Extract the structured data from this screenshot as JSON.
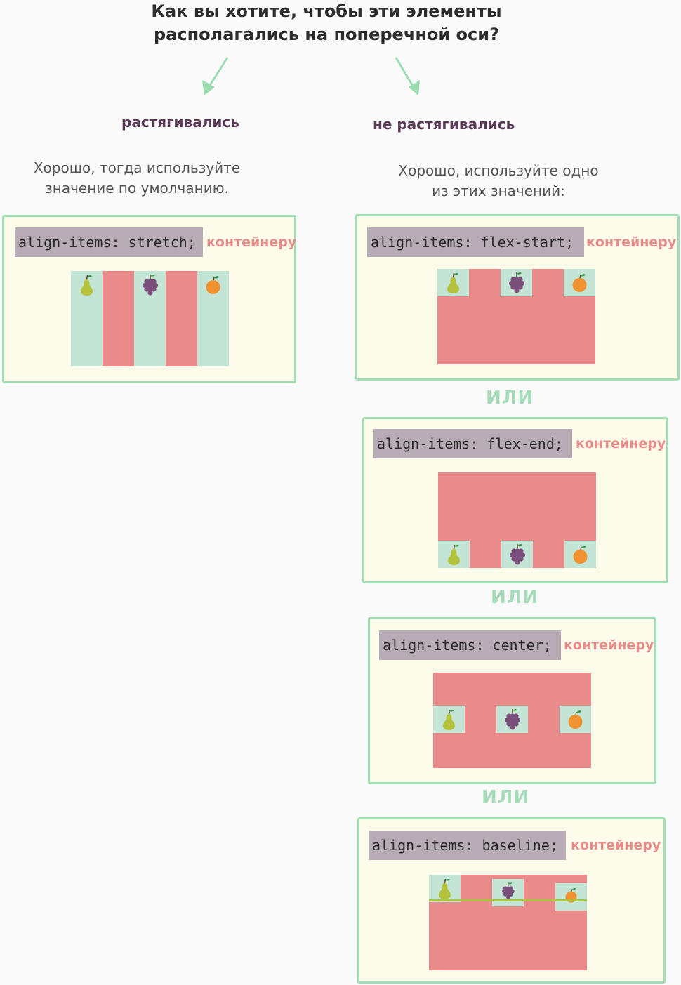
{
  "header": {
    "question_line1": "Как вы хотите, чтобы эти элементы",
    "question_line2": "располагались на поперечной оси?"
  },
  "left": {
    "label": "растягивались",
    "advice_line1": "Хорошо, тогда используйте",
    "advice_line2": "значение по умолчанию.",
    "code": "align-items: stretch;",
    "target": "контейнеру"
  },
  "right": {
    "label": "не растягивались",
    "advice_line1": "Хорошо, используйте одно",
    "advice_line2": "из этих значений:",
    "separator": "ИЛИ",
    "options": [
      {
        "code": "align-items: flex-start;",
        "target": "контейнеру"
      },
      {
        "code": "align-items: flex-end;",
        "target": "контейнеру"
      },
      {
        "code": "align-items: center;",
        "target": "контейнеру"
      },
      {
        "code": "align-items: baseline;",
        "target": "контейнеру"
      }
    ]
  },
  "icons": [
    "pear-icon",
    "grapes-icon",
    "orange-icon"
  ],
  "colors": {
    "container": "#e98b8b",
    "item": "#c4e4d6",
    "panel_bg": "#fdfbea",
    "panel_border": "#a0ddb2",
    "code_bg": "#b7abb5",
    "target_text": "#e88c8a",
    "branch_label": "#5a3a55",
    "baseline": "#a8c63a",
    "pear": "#b3c23a",
    "grapes": "#7b4f7c",
    "orange": "#f0922f",
    "leaf": "#3a9a4a"
  }
}
